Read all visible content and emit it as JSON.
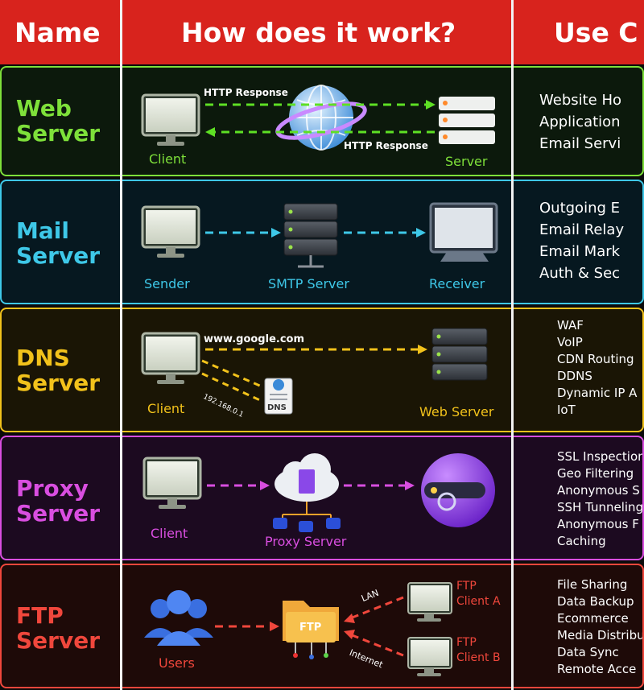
{
  "header": {
    "col_name": "Name",
    "col_how": "How does it work?",
    "col_use": "Use C"
  },
  "rows": [
    {
      "title_line1": "Web",
      "title_line2": "Server",
      "labels": {
        "http_top": "HTTP Response",
        "http_bottom": "HTTP Response",
        "client": "Client",
        "server": "Server"
      },
      "uses": [
        "Website Ho",
        "Application",
        "Email Servi"
      ]
    },
    {
      "title_line1": "Mail",
      "title_line2": "Server",
      "labels": {
        "sender": "Sender",
        "smtp": "SMTP Server",
        "receiver": "Receiver"
      },
      "uses": [
        "Outgoing E",
        "Email Relay",
        "Email Mark",
        "Auth & Sec"
      ]
    },
    {
      "title_line1": "DNS",
      "title_line2": "Server",
      "labels": {
        "url": "www.google.com",
        "ip": "192.168.0.1",
        "dns": "DNS",
        "client": "Client",
        "web_server": "Web Server"
      },
      "uses": [
        "WAF",
        "VoIP",
        "CDN Routing",
        "DDNS",
        "Dynamic IP A",
        "IoT"
      ]
    },
    {
      "title_line1": "Proxy",
      "title_line2": "Server",
      "labels": {
        "client": "Client",
        "proxy": "Proxy Server"
      },
      "uses": [
        "SSL Inspection",
        "Geo Filtering",
        "Anonymous S",
        "SSH Tunneling",
        "Anonymous F",
        "Caching"
      ]
    },
    {
      "title_line1": "FTP",
      "title_line2": "Server",
      "labels": {
        "users": "Users",
        "ftp": "FTP",
        "lan": "LAN",
        "internet": "Internet",
        "client_a_1": "FTP",
        "client_a_2": "Client A",
        "client_b_1": "FTP",
        "client_b_2": "Client B"
      },
      "uses": [
        "File Sharing",
        "Data Backup",
        "Ecommerce",
        "Media Distribu",
        "Data Sync",
        "Remote Acce"
      ]
    }
  ],
  "colors": {
    "header": "#d8231d",
    "web": "#7ee03a",
    "mail": "#3ec8e8",
    "dns": "#f2c21b",
    "proxy": "#d94ee0",
    "ftp": "#f0473c"
  }
}
